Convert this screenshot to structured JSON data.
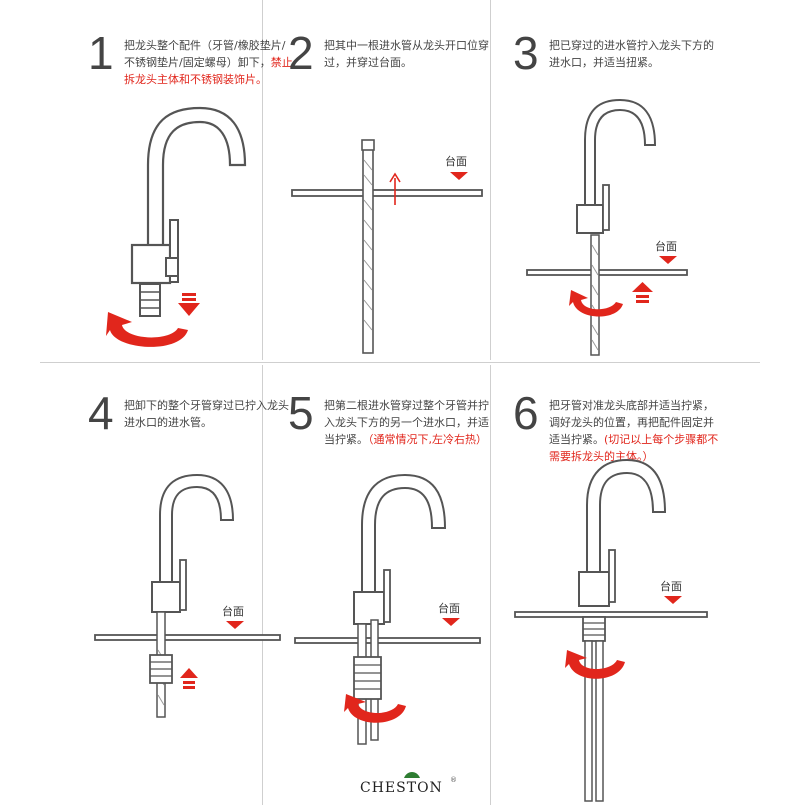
{
  "steps": [
    {
      "num": "1",
      "text": "把龙头整个配件（牙管/橡胶垫片/不锈钢垫片/固定螺母）卸下，",
      "warn": "禁止拆龙头主体和不锈钢装饰片。"
    },
    {
      "num": "2",
      "text": "把其中一根进水管从龙头开口位穿过，并穿过台面。",
      "warn": ""
    },
    {
      "num": "3",
      "text": "把已穿过的进水管拧入龙头下方的进水口，并适当扭紧。",
      "warn": ""
    },
    {
      "num": "4",
      "text": "把卸下的整个牙管穿过已拧入龙头进水口的进水管。",
      "warn": ""
    },
    {
      "num": "5",
      "text": "把第二根进水管穿过整个牙管并拧入龙头下方的另一个进水口，并适当拧紧。",
      "warn": "（通常情况下,左冷右热）"
    },
    {
      "num": "6",
      "text": "把牙管对准龙头底部并适当拧紧，调好龙头的位置，再把配件固定并适当拧紧。",
      "warn": "(切记以上每个步骤都不需要拆龙头的主体。）"
    }
  ],
  "counter_label": "台面",
  "brand": {
    "name": "CHESTON",
    "reg": "®"
  },
  "colors": {
    "accent": "#e1261c",
    "line": "#555555",
    "divider": "#cfcfcf"
  }
}
